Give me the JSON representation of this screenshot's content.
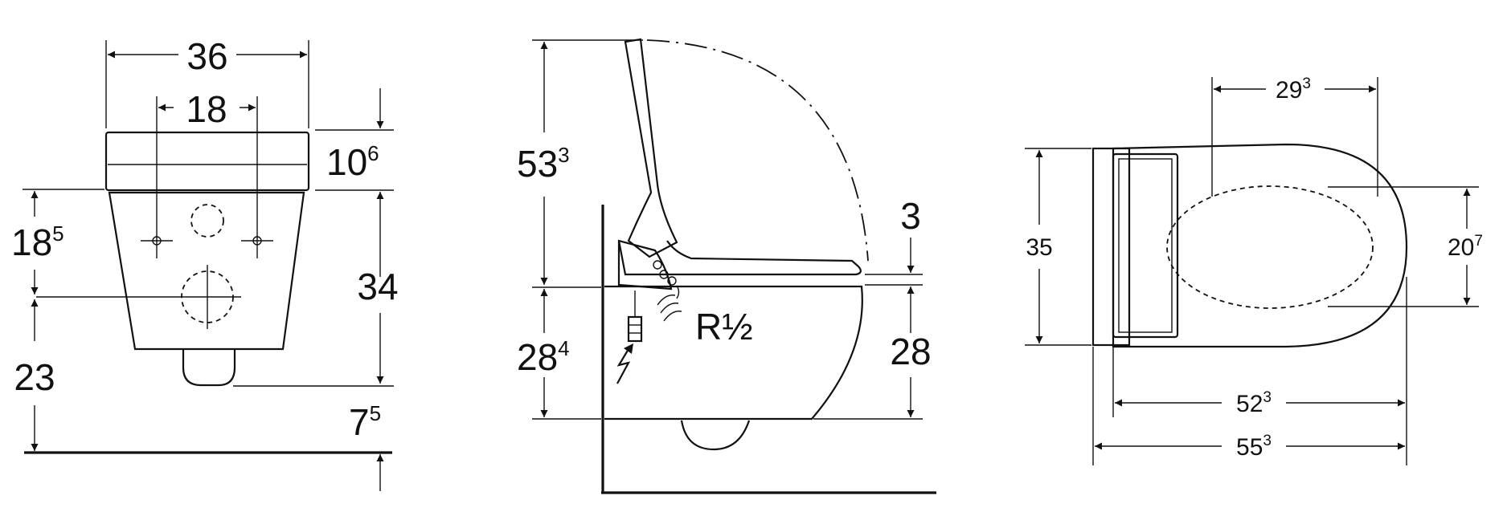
{
  "colors": {
    "ink": "#111111",
    "paper": "#ffffff"
  },
  "front_view": {
    "width_total": "36",
    "width_holes": "18",
    "top_height_main": "10",
    "top_height_sup": "6",
    "left_upper_main": "18",
    "left_upper_sup": "5",
    "right_height": "34",
    "left_lower": "23",
    "bottom_offset_main": "7",
    "bottom_offset_sup": "5"
  },
  "side_view": {
    "lid_height_main": "53",
    "lid_height_sup": "3",
    "lower_height_main": "28",
    "lower_height_sup": "4",
    "seat_thickness": "3",
    "bowl_height": "28",
    "water_inlet": "R½",
    "power_icon": "lightning-bolt-icon",
    "water_icon": "water-wave-icon"
  },
  "top_view": {
    "width_left": "35",
    "seat_width_main": "29",
    "seat_width_sup": "3",
    "opening_main": "20",
    "opening_sup": "7",
    "length_inner_main": "52",
    "length_inner_sup": "3",
    "length_total_main": "55",
    "length_total_sup": "3"
  }
}
